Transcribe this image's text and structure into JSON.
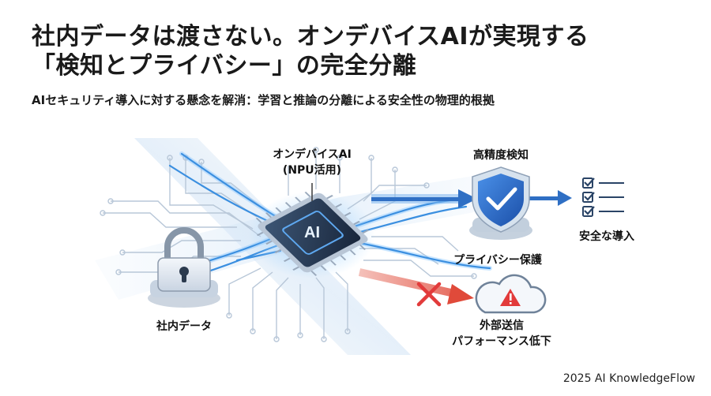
{
  "title": {
    "line1": "社内データは渡さない。オンデバイスAIが実現する",
    "line2": "「検知とプライバシー」の完全分離"
  },
  "subtitle": "AIセキュリティ導入に対する懸念を解消：学習と推論の分離による安全性の物理的根拠",
  "nodes": {
    "ai_chip": {
      "label_line1": "オンデバイスAI",
      "label_line2": "(NPU活用)",
      "chip_text": "AI"
    },
    "internal_data": {
      "label": "社内データ"
    },
    "detection": {
      "label": "高精度検知"
    },
    "safe_adoption": {
      "label": "安全な導入"
    },
    "privacy": {
      "label": "プライバシー保護"
    },
    "external": {
      "label_line1": "外部送信",
      "label_line2": "パフォーマンス低下"
    }
  },
  "colors": {
    "flow_blue": "#3b8fe0",
    "arrow_blue": "#2f6fc4",
    "shield_blue": "#1f5fbf",
    "block_red": "#e23b3b",
    "chip_dark": "#233247"
  },
  "footer": "2025 AI KnowledgeFlow"
}
